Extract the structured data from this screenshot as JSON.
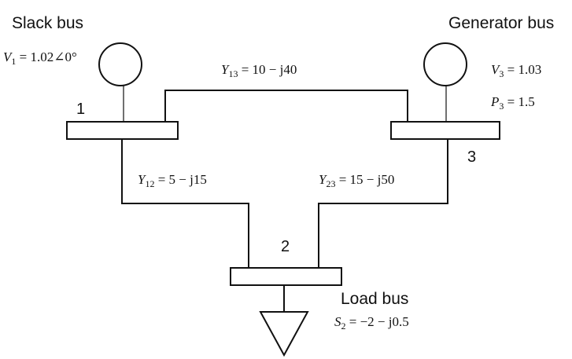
{
  "slack": {
    "title": "Slack bus",
    "v_sym": "V",
    "v_sub": "1",
    "v_val": " = 1.02∠0°",
    "number": "1"
  },
  "generator": {
    "title": "Generator bus",
    "v_sym": "V",
    "v_sub": "3",
    "v_val": " = 1.03",
    "p_sym": "P",
    "p_sub": "3",
    "p_val": " = 1.5",
    "number": "3"
  },
  "load": {
    "title": "Load bus",
    "s_sym": "S",
    "s_sub": "2",
    "s_val": " = −2 − j0.5",
    "number": "2"
  },
  "lines": {
    "y13": {
      "sym": "Y",
      "sub": "13",
      "val": " = 10 − j40"
    },
    "y12": {
      "sym": "Y",
      "sub": "12",
      "val": " = 5 − j15"
    },
    "y23": {
      "sym": "Y",
      "sub": "23",
      "val": " = 15 − j50"
    }
  }
}
